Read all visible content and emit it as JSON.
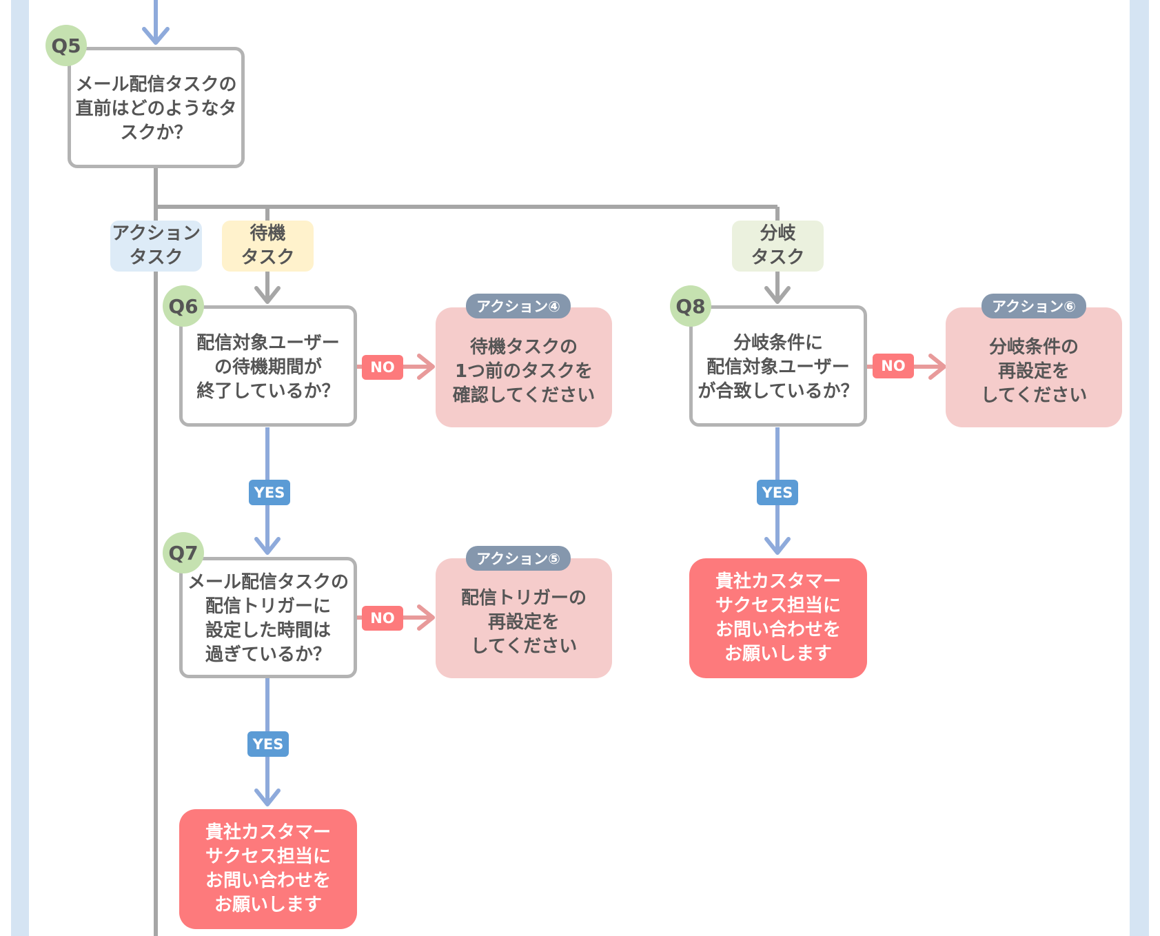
{
  "colors": {
    "gray_line": "#a6a6a6",
    "blue_line": "#8eaadb",
    "no_arrow": "#e89a9a",
    "question_badge": "#c5e1b0",
    "action_fill": "#f5cccb",
    "contact_fill": "#fd7a7c",
    "yes_fill": "#5b9bd5",
    "no_fill": "#fd7a7c",
    "action_pill": "#8597ad",
    "cat_action": "#ddebf7",
    "cat_wait": "#fff2cc",
    "cat_branch": "#ebf1de"
  },
  "categories": {
    "action": "アクション\nタスク",
    "wait": "待機\nタスク",
    "branch": "分岐\nタスク"
  },
  "questions": {
    "q5": {
      "badge": "Q5",
      "text": "メール配信タスクの\n直前はどのようなタ\nスクか？"
    },
    "q6": {
      "badge": "Q6",
      "text": "配信対象ユーザー\nの待機期間が\n終了しているか？"
    },
    "q7": {
      "badge": "Q7",
      "text": "メール配信タスクの\n配信トリガーに\n設定した時間は\n過ぎているか？"
    },
    "q8": {
      "badge": "Q8",
      "text": "分岐条件に\n配信対象ユーザー\nが合致しているか？"
    }
  },
  "actions": {
    "a4": {
      "label": "アクション④",
      "text": "待機タスクの\n1つ前のタスクを\n確認してください"
    },
    "a5": {
      "label": "アクション⑤",
      "text": "配信トリガーの\n再設定を\nしてください"
    },
    "a6": {
      "label": "アクション⑥",
      "text": "分岐条件の\n再設定を\nしてください"
    }
  },
  "contacts": {
    "c1": "貴社カスタマー\nサクセス担当に\nお問い合わせを\nお願いします",
    "c2": "貴社カスタマー\nサクセス担当に\nお問い合わせを\nお願いします"
  },
  "labels": {
    "yes": "YES",
    "no": "NO"
  }
}
